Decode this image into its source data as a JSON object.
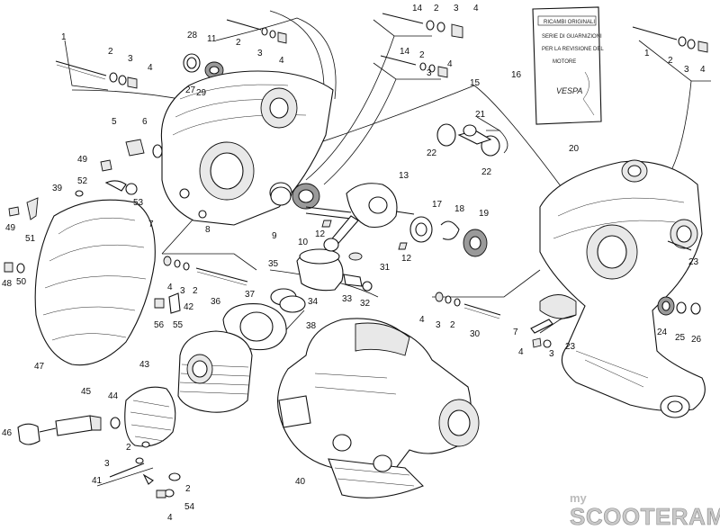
{
  "diagram": {
    "callouts": [
      "1",
      "2",
      "3",
      "4",
      "5",
      "6",
      "7",
      "8",
      "9",
      "10",
      "11",
      "12",
      "13",
      "14",
      "15",
      "16",
      "17",
      "18",
      "19",
      "20",
      "21",
      "22",
      "23",
      "24",
      "25",
      "26",
      "27",
      "28",
      "29",
      "30",
      "31",
      "32",
      "33",
      "34",
      "35",
      "36",
      "37",
      "38",
      "39",
      "40",
      "41",
      "42",
      "43",
      "44",
      "45",
      "46",
      "47",
      "48",
      "49",
      "50",
      "51",
      "52",
      "53",
      "54",
      "55",
      "56"
    ]
  },
  "packet": {
    "header": "RICAMBI ORIGINALI",
    "line1": "SERIE DI GUARNIZIONI",
    "line2": "PER LA REVISIONE DEL",
    "line3": "MOTORE",
    "brand": "VESPA"
  },
  "watermark": {
    "prefix": "my",
    "name": "SCOOTERAMA"
  }
}
